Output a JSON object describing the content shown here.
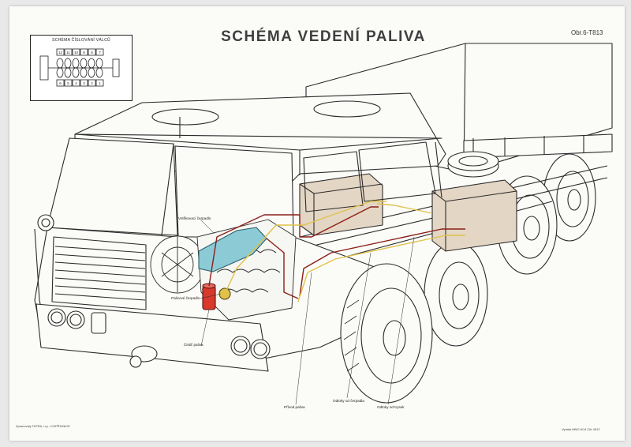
{
  "header": {
    "title": "SCHÉMA VEDENÍ PALIVA",
    "figure_ref": "Obr.6-T813"
  },
  "inset": {
    "title": "SCHÉMA ČÍSLOVÁNÍ VÁLCŮ",
    "top_row": [
      "12",
      "11",
      "10",
      "9",
      "8",
      "7"
    ],
    "bottom_row": [
      "6",
      "5",
      "4",
      "3",
      "2",
      "1"
    ]
  },
  "labels": {
    "injection_pump": "Vstřikovací čerpadlo",
    "feed_pump": "Palivové čerpadlo",
    "fuel_filter": "Čistič paliva",
    "fuel_supply": "Přívod paliva",
    "return_from_pump": "Odtoky od čerpadla",
    "return_from_injectors": "Odtoky od trysek"
  },
  "footer": {
    "publisher": "Zpracovaly TATRA, n.p., KOPŘIVNICE",
    "print_info": "Vydala MNO 6/14 Ctk 4912"
  },
  "colors": {
    "line": "#2b2b2b",
    "tank_fill": "#e4d6c4",
    "injection_pump": "#8ccbd6",
    "filter": "#d8392c",
    "fuel_pipe_red": "#8a1f17",
    "fuel_pipe_yellow": "#e0c24a"
  }
}
